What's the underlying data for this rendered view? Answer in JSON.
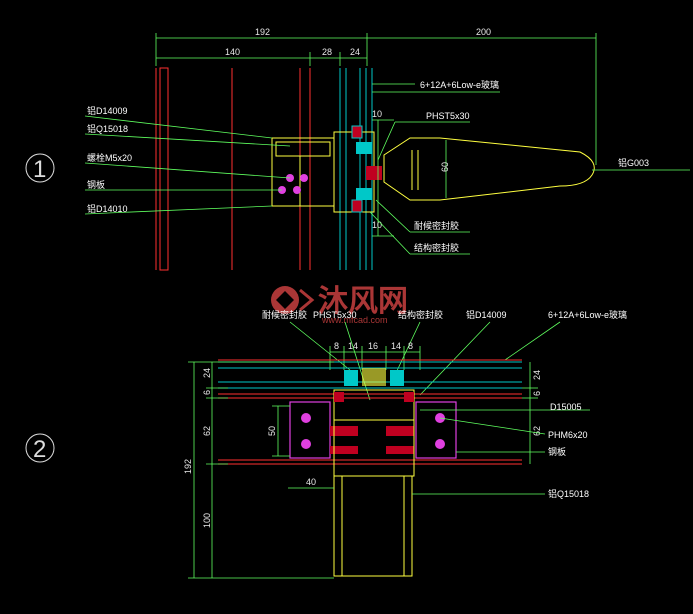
{
  "colors": {
    "background": "#000000",
    "dimension": "#5fff5f",
    "glass": "#00c8c8",
    "steel": "#e040e0",
    "profile": "#ffff40",
    "column": "#ff3030",
    "leader": "#5fff5f",
    "watermark": "#c84040"
  },
  "detail1": {
    "marker": "1",
    "dims_top": [
      "192",
      "140",
      "28",
      "24",
      "200"
    ],
    "glass_spec": "6+12A+6Low-e玻璃",
    "screw": "PHST5x30",
    "dims_right": [
      "10",
      "10",
      "60"
    ],
    "labels_left": [
      "铝D14009",
      "铝Q15018",
      "螺栓M5x20",
      "钢板",
      "铝D14010"
    ],
    "label_right": "铝G003",
    "labels_bottom": [
      "耐候密封胶",
      "结构密封胶"
    ]
  },
  "detail2": {
    "marker": "2",
    "labels_top": [
      "耐候密封胶",
      "PHST5x30",
      "结构密封胶",
      "铝D14009",
      "6+12A+6Low-e玻璃"
    ],
    "dims_top": [
      "8",
      "14",
      "16",
      "14",
      "8"
    ],
    "dims_left": [
      "24",
      "6",
      "62",
      "50",
      "192",
      "100"
    ],
    "dims_right": [
      "24",
      "6",
      "62"
    ],
    "dim_bottom": "40",
    "labels_right": [
      "D15005",
      "PHM6x20",
      "钢板",
      "铝Q15018"
    ]
  },
  "watermark": {
    "text": "沐风网",
    "url": "www.mfcad.com"
  }
}
